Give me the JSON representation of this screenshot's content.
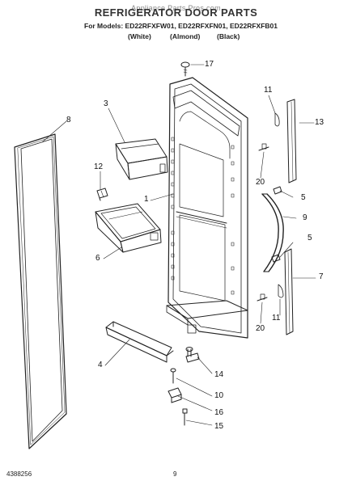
{
  "header": {
    "watermark": "Appliance Parts Pros.com",
    "title": "REFRIGERATOR DOOR PARTS",
    "models": "For Models: ED22RFXFW01, ED22RFXFN01, ED22RFXFB01",
    "color_white": "(White)",
    "color_almond": "(Almond)",
    "color_black": "(Black)"
  },
  "parts": {
    "p1": "1",
    "p3": "3",
    "p4": "4",
    "p5a": "5",
    "p5b": "5",
    "p6": "6",
    "p7": "7",
    "p8": "8",
    "p9": "9",
    "p10": "10",
    "p11a": "11",
    "p11b": "11",
    "p12": "12",
    "p13": "13",
    "p14": "14",
    "p15": "15",
    "p16": "16",
    "p17": "17",
    "p20a": "20",
    "p20b": "20"
  },
  "footer": {
    "doc_number": "4388256",
    "page_number": "9"
  }
}
